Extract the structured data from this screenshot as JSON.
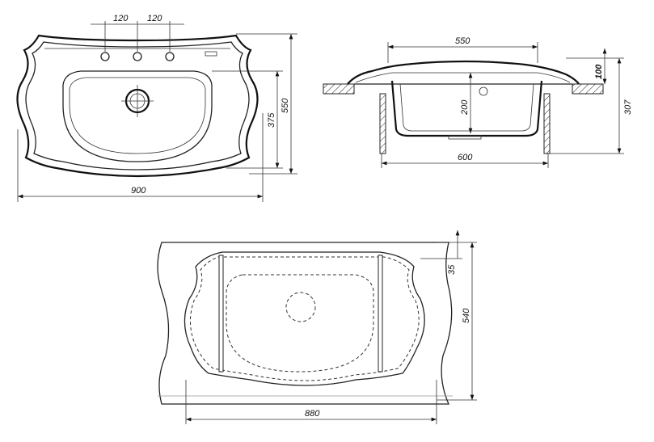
{
  "top_view": {
    "faucet_spacing_left": "120",
    "faucet_spacing_right": "120",
    "depth_total": "550",
    "bowl_depth": "375",
    "width_total": "900"
  },
  "section_view": {
    "bowl_width": "550",
    "bowl_height": "200",
    "cabinet_width": "600",
    "rim_height": "100",
    "overall_height": "307"
  },
  "cutout_view": {
    "edge_offset": "35",
    "cutout_depth": "540",
    "cutout_width": "880"
  }
}
